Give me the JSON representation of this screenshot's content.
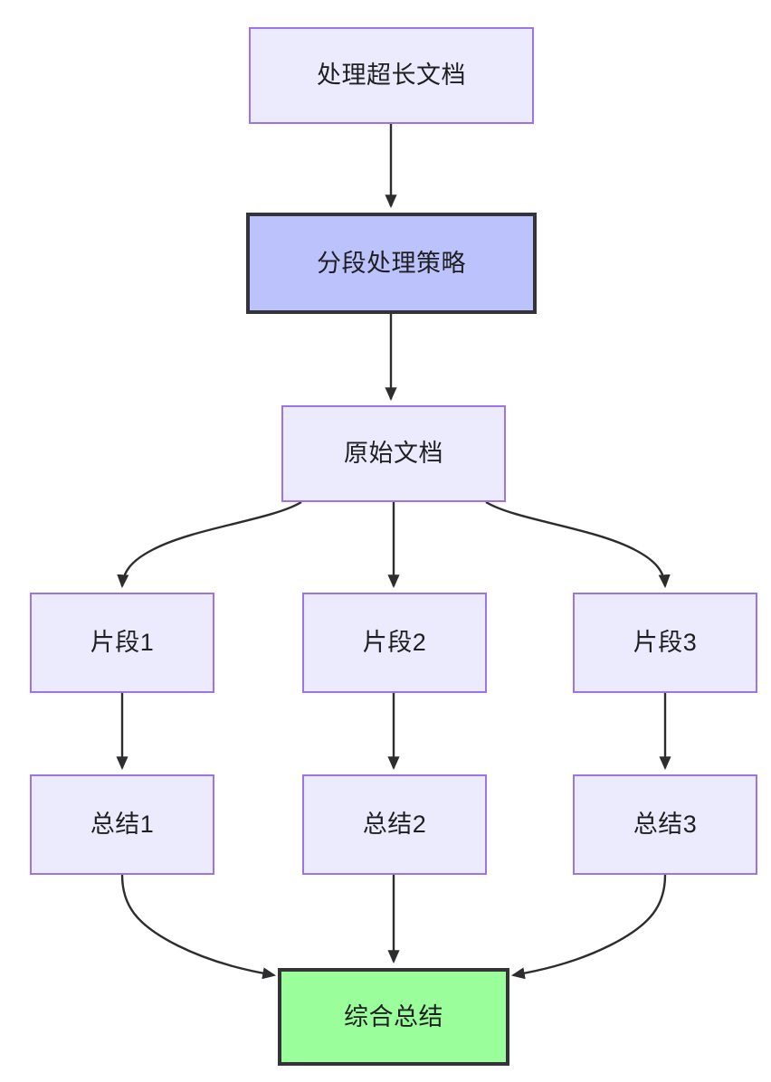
{
  "diagram": {
    "type": "flowchart",
    "direction": "top-to-bottom",
    "background_color": "#ffffff",
    "node_fill": "#ECEBFD",
    "node_border": "#9D73E8",
    "emphasis_fill": "#BCC2FC",
    "emphasis_border": "#333338",
    "result_fill": "#9AFF9A",
    "result_border": "#333338",
    "edge_color": "#2d2d30",
    "nodes": [
      {
        "id": "n1",
        "label": "处理超长文档",
        "style": "normal"
      },
      {
        "id": "n2",
        "label": "分段处理策略",
        "style": "emphasis"
      },
      {
        "id": "n3",
        "label": "原始文档",
        "style": "normal"
      },
      {
        "id": "n4",
        "label": "片段1",
        "style": "normal"
      },
      {
        "id": "n5",
        "label": "片段2",
        "style": "normal"
      },
      {
        "id": "n6",
        "label": "片段3",
        "style": "normal"
      },
      {
        "id": "n7",
        "label": "总结1",
        "style": "normal"
      },
      {
        "id": "n8",
        "label": "总结2",
        "style": "normal"
      },
      {
        "id": "n9",
        "label": "总结3",
        "style": "normal"
      },
      {
        "id": "n10",
        "label": "综合总结",
        "style": "result"
      }
    ],
    "edges": [
      {
        "from": "n1",
        "to": "n2"
      },
      {
        "from": "n2",
        "to": "n3"
      },
      {
        "from": "n3",
        "to": "n4"
      },
      {
        "from": "n3",
        "to": "n5"
      },
      {
        "from": "n3",
        "to": "n6"
      },
      {
        "from": "n4",
        "to": "n7"
      },
      {
        "from": "n5",
        "to": "n8"
      },
      {
        "from": "n6",
        "to": "n9"
      },
      {
        "from": "n7",
        "to": "n10"
      },
      {
        "from": "n8",
        "to": "n10"
      },
      {
        "from": "n9",
        "to": "n10"
      }
    ]
  }
}
